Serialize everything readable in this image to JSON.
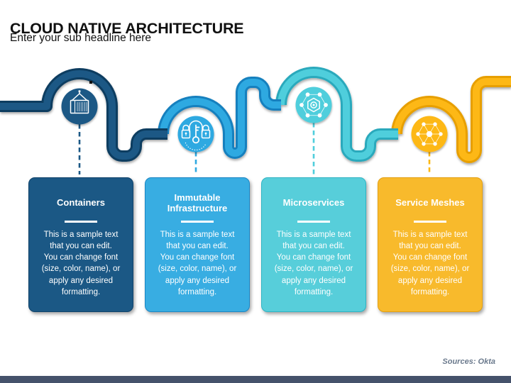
{
  "slide": {
    "title": "CLOUD NATIVE ARCHITECTURE",
    "subtitle": "Enter your sub headline here"
  },
  "cards": [
    {
      "title": "Containers",
      "body": "This is a sample text\nthat you can edit.\nYou can change font\n(size, color, name), or\napply any desired\nformatting.",
      "color": "#1B5885",
      "border_color": "#10436B",
      "icon": "container-crane-icon"
    },
    {
      "title": "Immutable Infrastructure",
      "body": "This is a sample text\nthat you can edit.\nYou can change font\n(size, color, name), or\napply any desired\nformatting.",
      "color": "#38ADE2",
      "border_color": "#1B87C5",
      "icon": "locks-key-icon"
    },
    {
      "title": "Microservices",
      "body": "This is a sample text\nthat you can edit.\nYou can change font\n(size, color, name), or\napply any desired\nformatting.",
      "color": "#57CEDA",
      "border_color": "#2FB4C4",
      "icon": "hex-nut-nodes-icon"
    },
    {
      "title": "Service Meshes",
      "body": "This is a sample text\nthat you can edit.\nYou can change font\n(size, color, name), or\napply any desired\nformatting.",
      "color": "#F8BA2C",
      "border_color": "#E5A010",
      "icon": "mesh-network-icon"
    }
  ],
  "footer": {
    "sources": "Sources: Okta"
  },
  "colors": {
    "navy": "#1B5885",
    "navy_dark": "#0E3C60",
    "blue": "#2FA9E1",
    "blue_dark": "#1480BE",
    "teal": "#4FCEDC",
    "teal_dark": "#2AA9BC",
    "yellow": "#FDB813",
    "yellow_dark": "#E79F00",
    "footer_bar": "#45526B",
    "sources_text": "#6B7A8D"
  }
}
